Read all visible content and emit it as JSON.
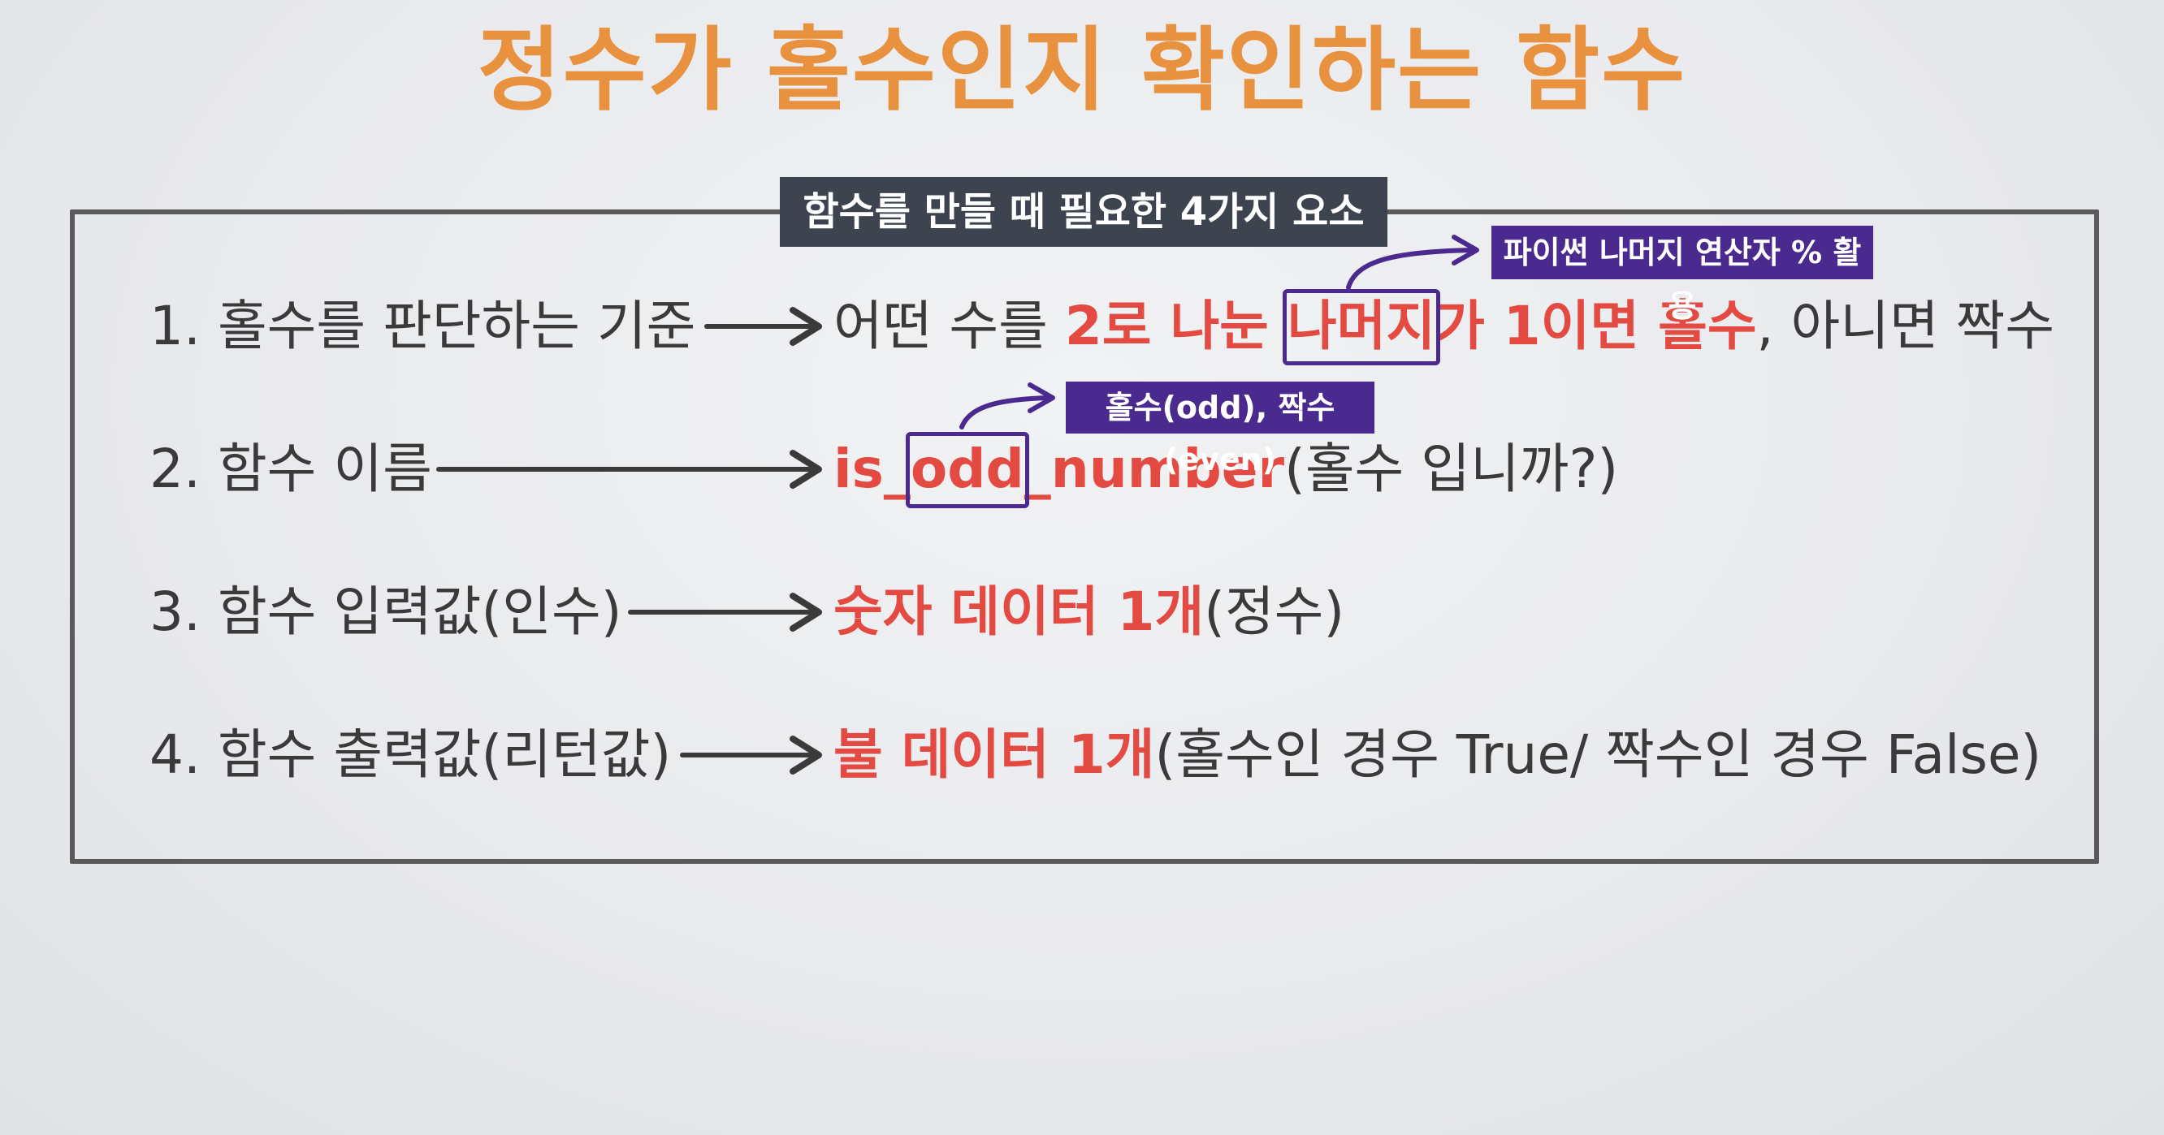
{
  "title": "정수가 홀수인지 확인하는 함수",
  "frame_label": "함수를 만들 때 필요한 4가지 요소",
  "callouts": {
    "modulo": "파이썬 나머지 연산자 % 활용",
    "odd_even": "홀수(odd), 짝수(even)"
  },
  "rows": [
    {
      "term": "1. 홀수를 판단하는 기준",
      "desc_plain_1": "어떤 수를 ",
      "desc_red_1": "2로 나눈 ",
      "desc_red_hl": "나머지",
      "desc_red_2": "가 1이면 홀수",
      "desc_plain_2": ", 아니면 짝수"
    },
    {
      "term": "2. 함수 이름",
      "desc_red_1": "is_",
      "desc_red_hl": "odd",
      "desc_red_2": "_number",
      "desc_plain": "(홀수 입니까?)"
    },
    {
      "term": "3. 함수 입력값(인수)",
      "desc_red": "숫자 데이터 1개",
      "desc_plain": "(정수)"
    },
    {
      "term": "4. 함수 출력값(리턴값)",
      "desc_red": "불 데이터 1개",
      "desc_plain": "(홀수인 경우 True/ 짝수인 경우 False)"
    }
  ],
  "colors": {
    "title": "#e8913f",
    "highlight_red": "#e24a42",
    "callout_purple": "#4b2a8f",
    "label_dark": "#3e4350"
  }
}
